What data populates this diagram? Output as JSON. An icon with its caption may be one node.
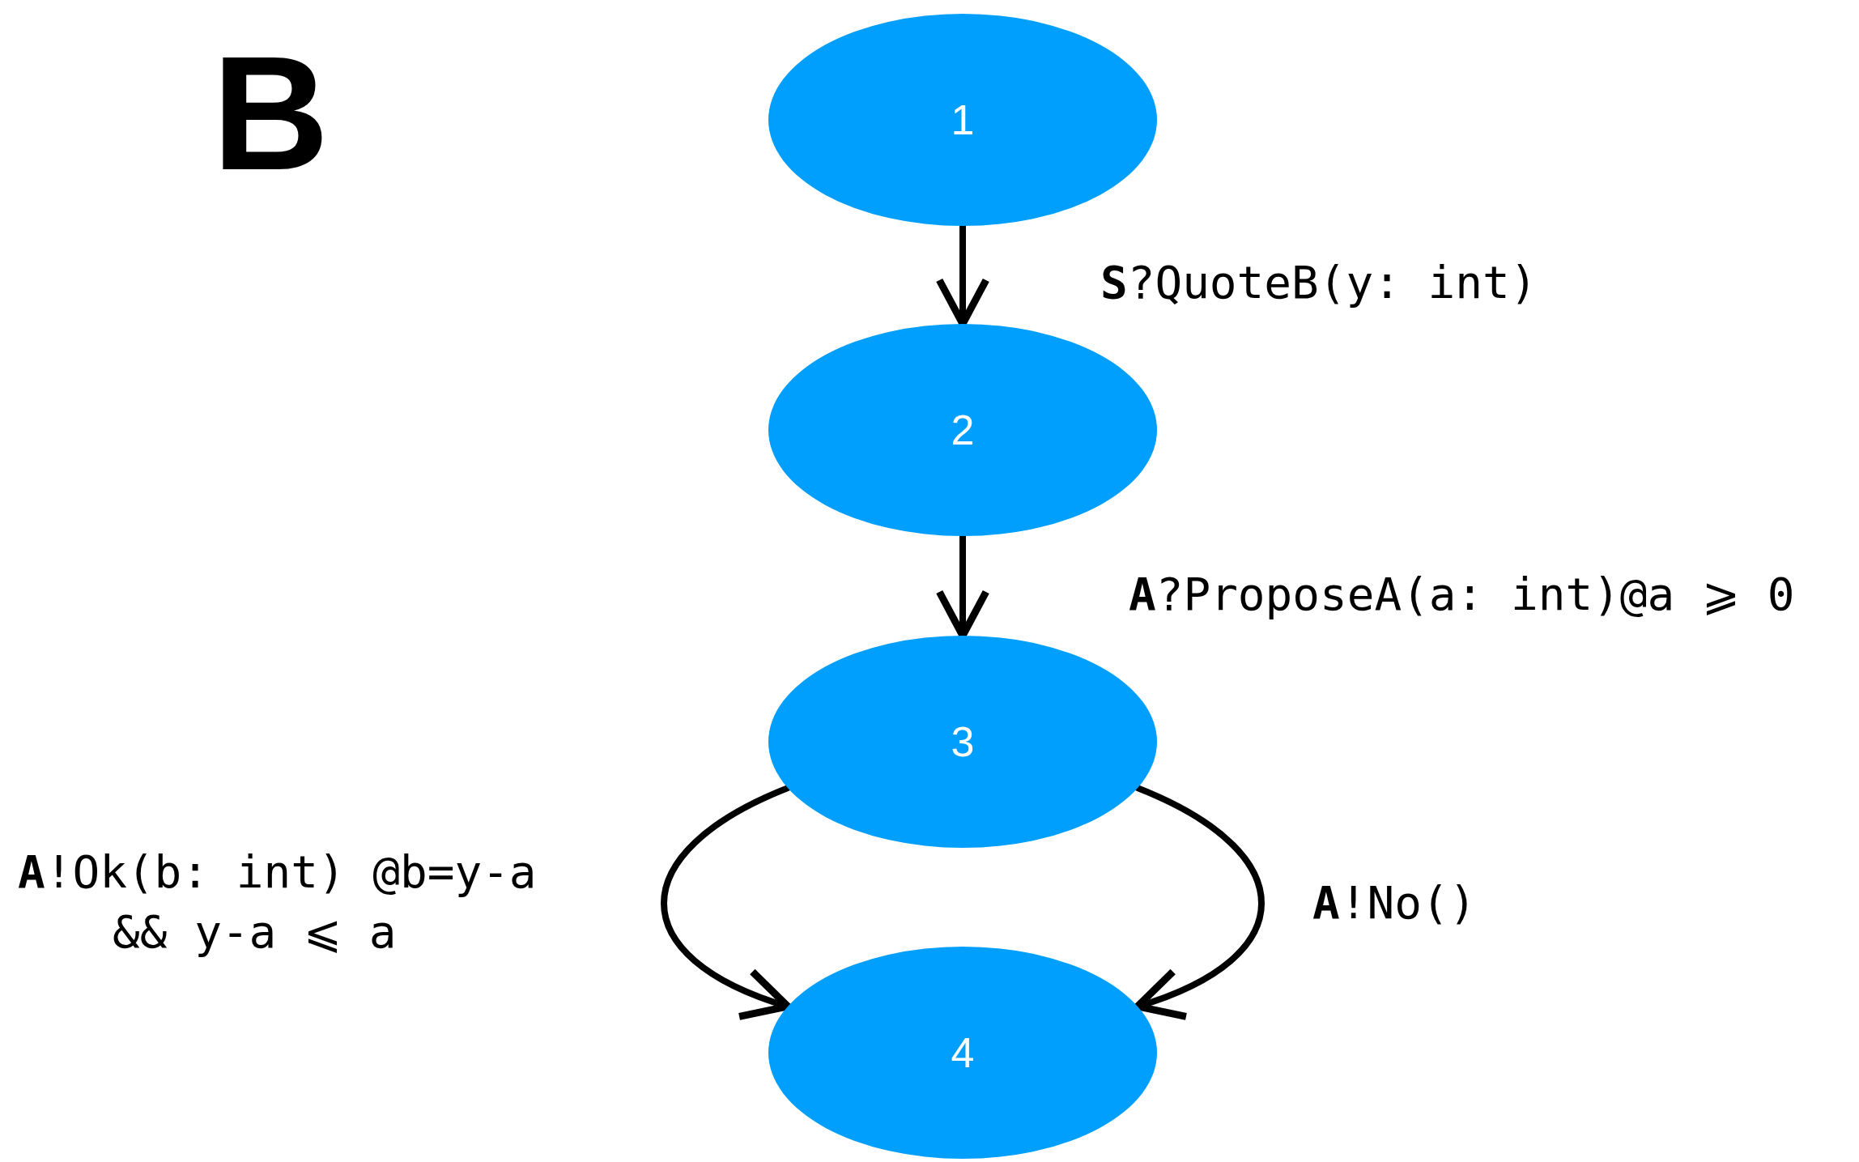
{
  "diagram": {
    "title": "B",
    "nodes": [
      {
        "text": [
          "1"
        ]
      },
      {
        "text": [
          "2"
        ]
      },
      {
        "text": [
          "3"
        ]
      },
      {
        "text": [
          "4"
        ]
      }
    ],
    "edges": [
      {
        "from": 0,
        "to": 1,
        "arrow": "to",
        "label": "**S**?QuoteB(y: int)"
      },
      {
        "from": 1,
        "to": 2,
        "arrow": "to",
        "label": "**A**?ProposeA(a: int)@a ⩾ 0"
      },
      {
        "from": 2,
        "to": 3,
        "arrow": "to",
        "label": "**A**!Ok(b: int) @b=y-a && y-a ⩽ a"
      },
      {
        "from": 2,
        "to": 3,
        "arrow": "to",
        "label": "**A**!No()"
      }
    ]
  }
}
